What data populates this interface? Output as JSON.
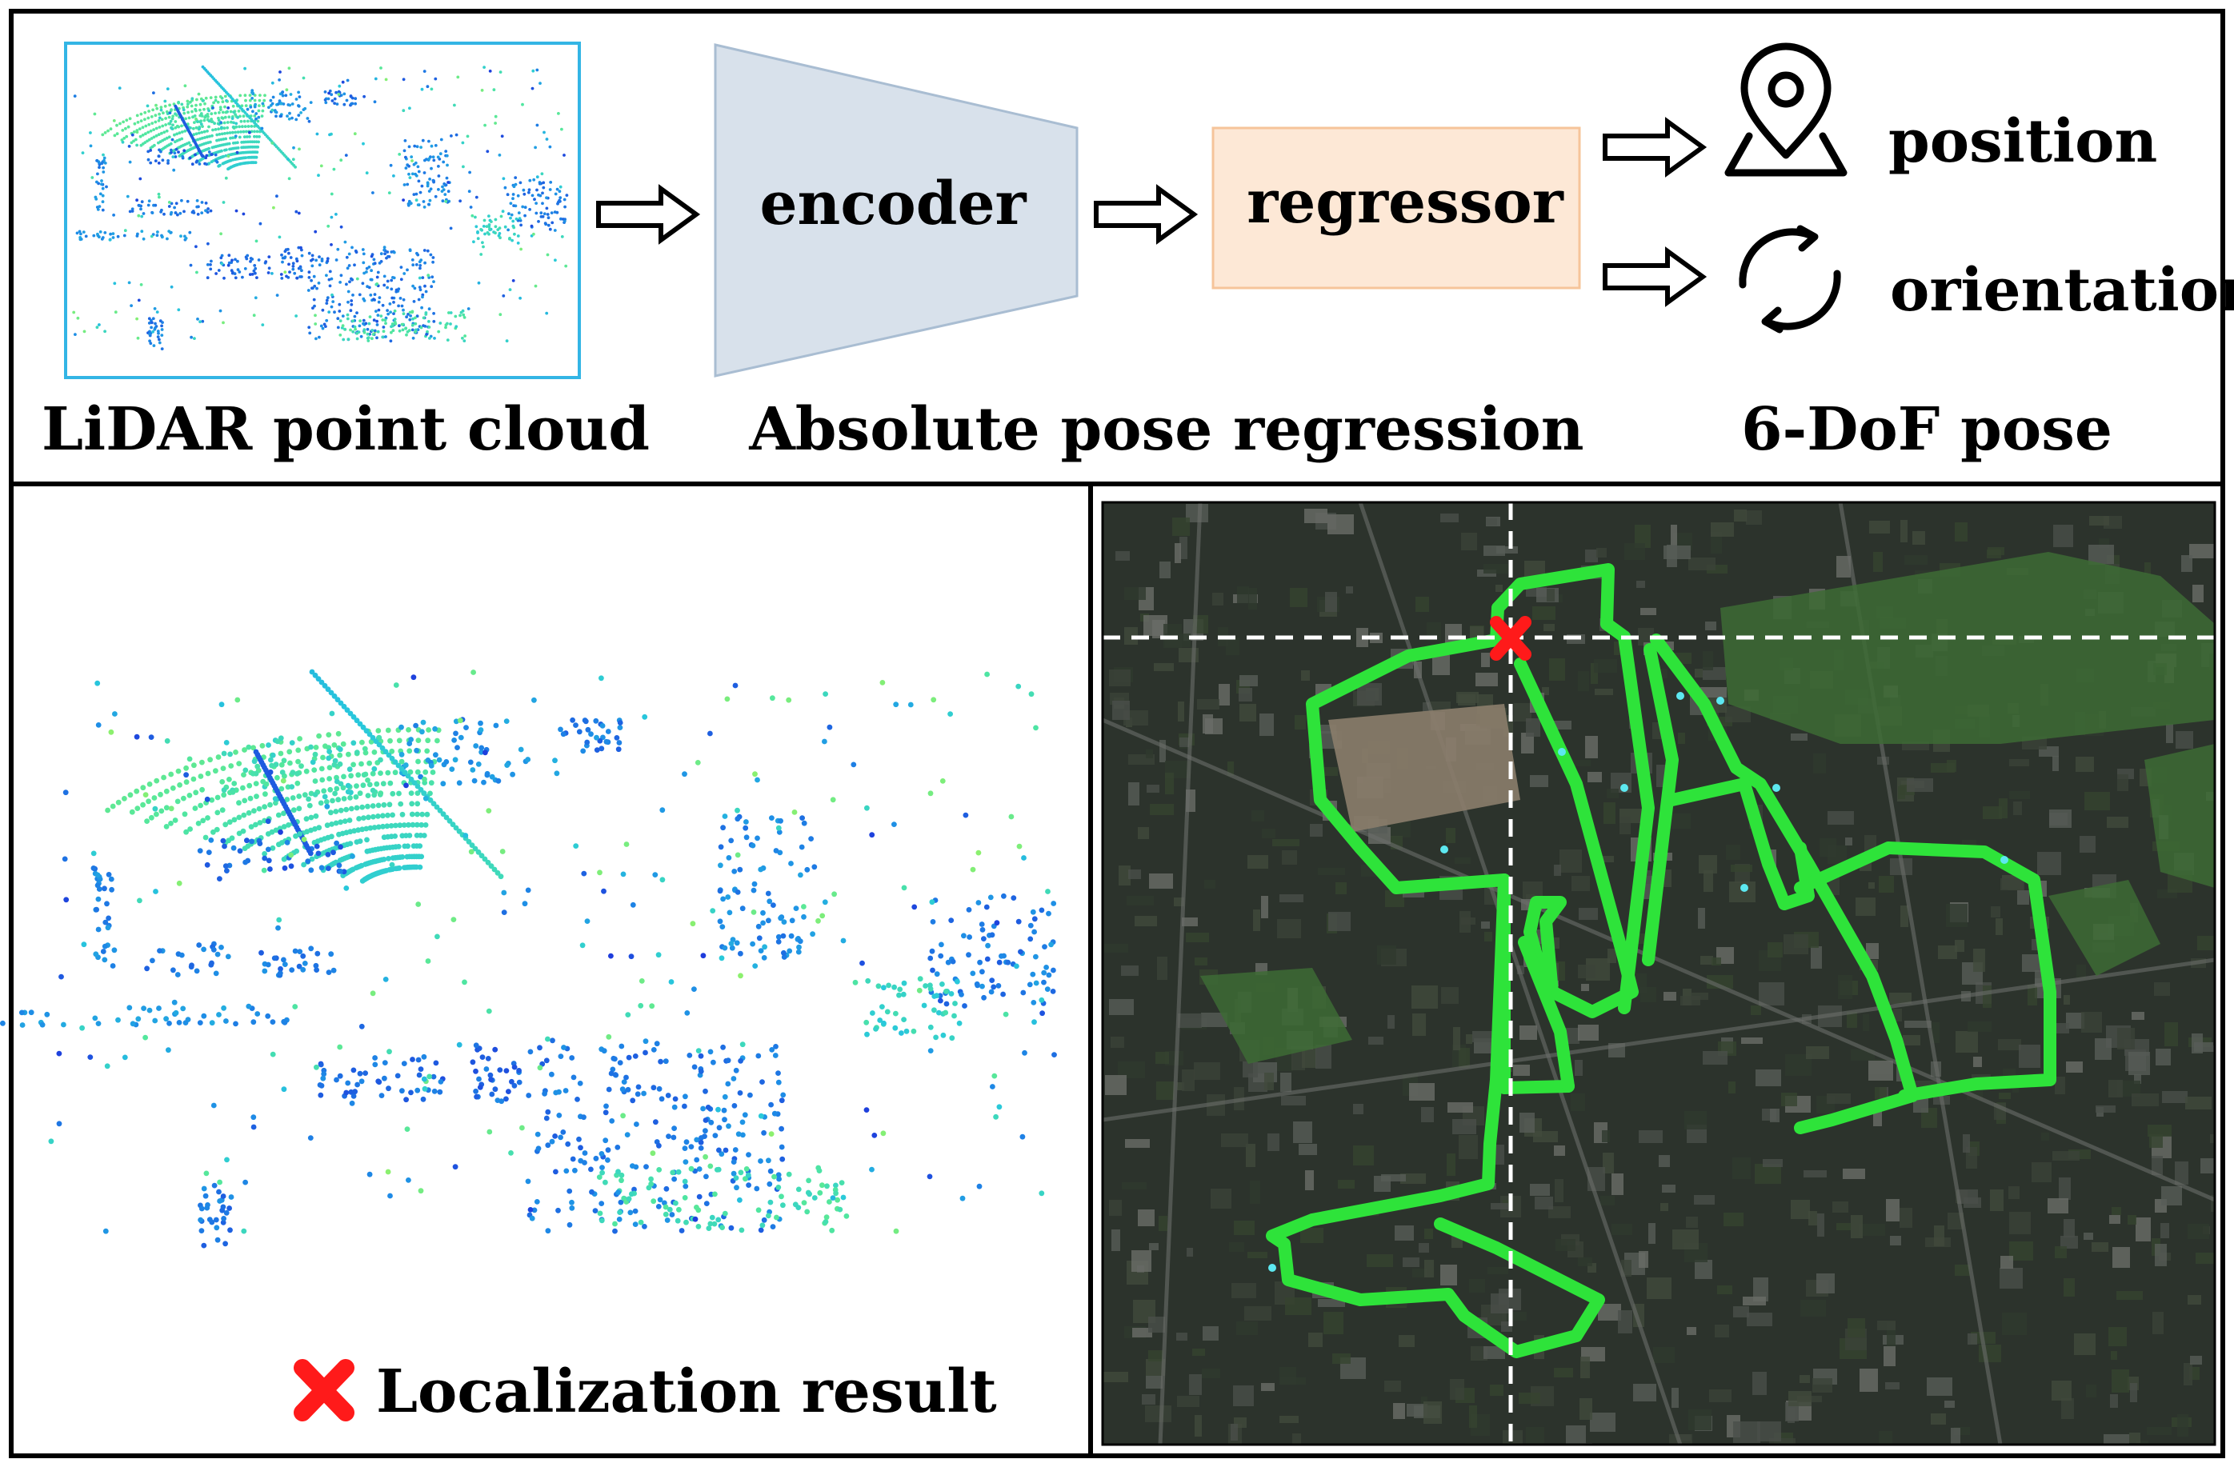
{
  "top_panel": {
    "input_label": "LiDAR point cloud",
    "encoder_label": "encoder",
    "regressor_label": "regressor",
    "method_label": "Absolute pose regression",
    "output_label": "6-DoF pose",
    "outputs": [
      {
        "label": "position",
        "icon": "map-pin-icon"
      },
      {
        "label": "orientation",
        "icon": "rotation-arrows-icon"
      }
    ]
  },
  "bottom_panel": {
    "legend_label": "Localization result",
    "legend_marker": "red-x-marker"
  },
  "colors": {
    "encoder_fill": "#d8e1eb",
    "encoder_stroke": "#a9bdd2",
    "regressor_fill": "#fde8d6",
    "regressor_stroke": "#f6c49a",
    "thumbnail_border": "#33b5e5",
    "trajectory": "#2ee33a",
    "marker": "#ff1a1a",
    "map_background": "#2c332c"
  }
}
